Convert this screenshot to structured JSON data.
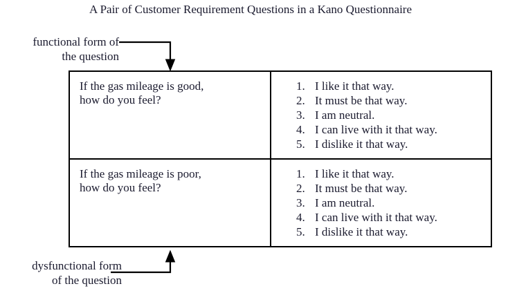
{
  "figure": {
    "title": "A Pair of Customer Requirement Questions in a Kano Questionnaire",
    "background_color": "#ffffff",
    "line_color": "#000000",
    "text_color": "#1a1a2e"
  },
  "callouts": {
    "functional": {
      "line1": "functional form of",
      "line2": "the question",
      "points_to": "row-1-functional-question"
    },
    "dysfunctional": {
      "line1": "dysfunctional form",
      "line2": "of the question",
      "points_to": "row-2-dysfunctional-question"
    }
  },
  "table": {
    "rows": [
      {
        "id": "functional",
        "question": {
          "line1": "If the gas mileage is good,",
          "line2": "how do you feel?"
        },
        "answers": [
          {
            "num": "1.",
            "text": "I like it that way."
          },
          {
            "num": "2.",
            "text": "It must be that way."
          },
          {
            "num": "3.",
            "text": "I am neutral."
          },
          {
            "num": "4.",
            "text": "I can live with it that way."
          },
          {
            "num": "5.",
            "text": "I dislike it that way."
          }
        ]
      },
      {
        "id": "dysfunctional",
        "question": {
          "line1": "If the gas mileage is poor,",
          "line2": "how do you feel?"
        },
        "answers": [
          {
            "num": "1.",
            "text": "I like it that way."
          },
          {
            "num": "2.",
            "text": "It must be that way."
          },
          {
            "num": "3.",
            "text": "I am neutral."
          },
          {
            "num": "4.",
            "text": "I can live with it that way."
          },
          {
            "num": "5.",
            "text": "I dislike it that way."
          }
        ]
      }
    ]
  }
}
